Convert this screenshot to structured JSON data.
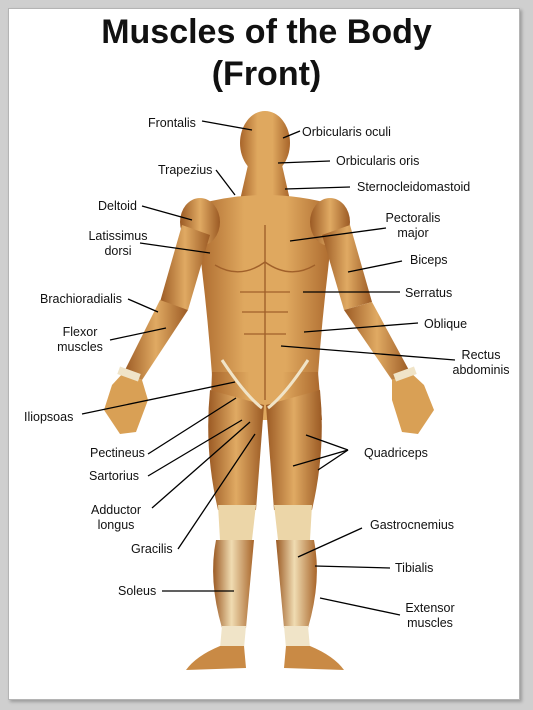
{
  "title": {
    "line1": "Muscles of the Body",
    "line2": "(Front)"
  },
  "colors": {
    "skin": "#d9a055",
    "skin_dark": "#a8652a",
    "tendon": "#f0e4c8",
    "background": "#ffffff"
  },
  "labels": {
    "frontalis": "Frontalis",
    "orbicularis_oculi": "Orbicularis oculi",
    "trapezius": "Trapezius",
    "orbicularis_oris": "Orbicularis oris",
    "sternocleidomastoid": "Sternocleidomastoid",
    "deltoid": "Deltoid",
    "latissimus_1": "Latissimus",
    "latissimus_2": "dorsi",
    "pectoralis_1": "Pectoralis",
    "pectoralis_2": "major",
    "biceps": "Biceps",
    "brachioradialis": "Brachioradialis",
    "serratus": "Serratus",
    "flexor_1": "Flexor",
    "flexor_2": "muscles",
    "oblique": "Oblique",
    "rectus_1": "Rectus",
    "rectus_2": "abdominis",
    "iliopsoas": "Iliopsoas",
    "pectineus": "Pectineus",
    "quadriceps": "Quadriceps",
    "sartorius": "Sartorius",
    "adductor_1": "Adductor",
    "adductor_2": "longus",
    "gastrocnemius": "Gastrocnemius",
    "gracilis": "Gracilis",
    "tibialis": "Tibialis",
    "soleus": "Soleus",
    "extensor_1": "Extensor",
    "extensor_2": "muscles"
  }
}
